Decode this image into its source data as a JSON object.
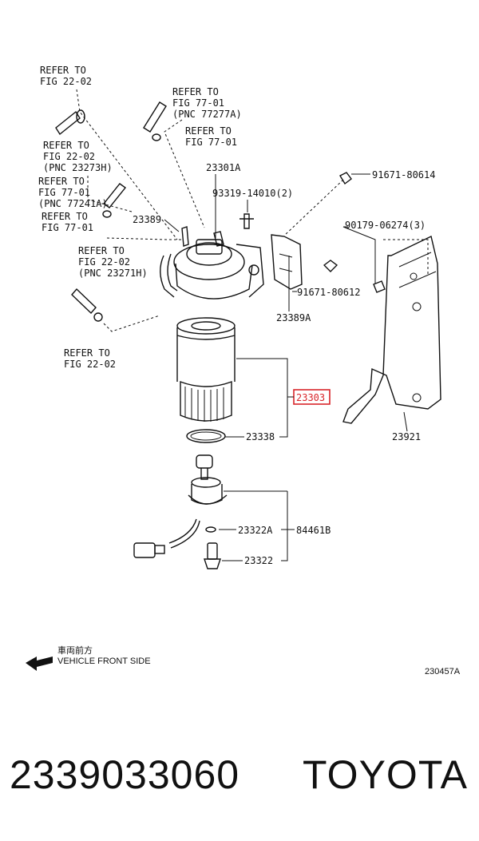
{
  "callouts": {
    "refer_1a": "REFER TO",
    "refer_1b": "FIG 22-02",
    "refer_2a": "REFER TO",
    "refer_2b": "FIG 77-01",
    "refer_2c": "(PNC 77277A)",
    "refer_3a": "REFER TO",
    "refer_3b": "FIG 77-01",
    "refer_4a": "REFER TO",
    "refer_4b": "FIG 22-02",
    "refer_4c": "(PNC 23273H)",
    "refer_5a": "REFER TO",
    "refer_5b": "FIG 77-01",
    "refer_5c": "(PNC 77241A)",
    "refer_6a": "REFER TO",
    "refer_6b": "FIG 77-01",
    "refer_7a": "REFER TO",
    "refer_7b": "FIG 22-02",
    "refer_7c": "(PNC 23271H)",
    "refer_8a": "REFER TO",
    "refer_8b": "FIG 22-02"
  },
  "parts": {
    "p23301A": "23301A",
    "p93319": "93319-14010(2)",
    "p23389": "23389",
    "p91671_80614": "91671-80614",
    "p90179": "90179-06274(3)",
    "p91671_80612": "91671-80612",
    "p23389A": "23389A",
    "p23303": "23303",
    "p23338": "23338",
    "p23921": "23921",
    "p23322A": "23322A",
    "p84461B": "84461B",
    "p23322": "23322"
  },
  "direction": {
    "jp": "車両前方",
    "en": "VEHICLE FRONT SIDE",
    "icon": "arrow-left-icon"
  },
  "figure_code": "230457A",
  "footer": {
    "part_number": "2339033060",
    "brand": "TOYOTA"
  },
  "colors": {
    "highlight": "#d9252a",
    "ink": "#111111"
  }
}
